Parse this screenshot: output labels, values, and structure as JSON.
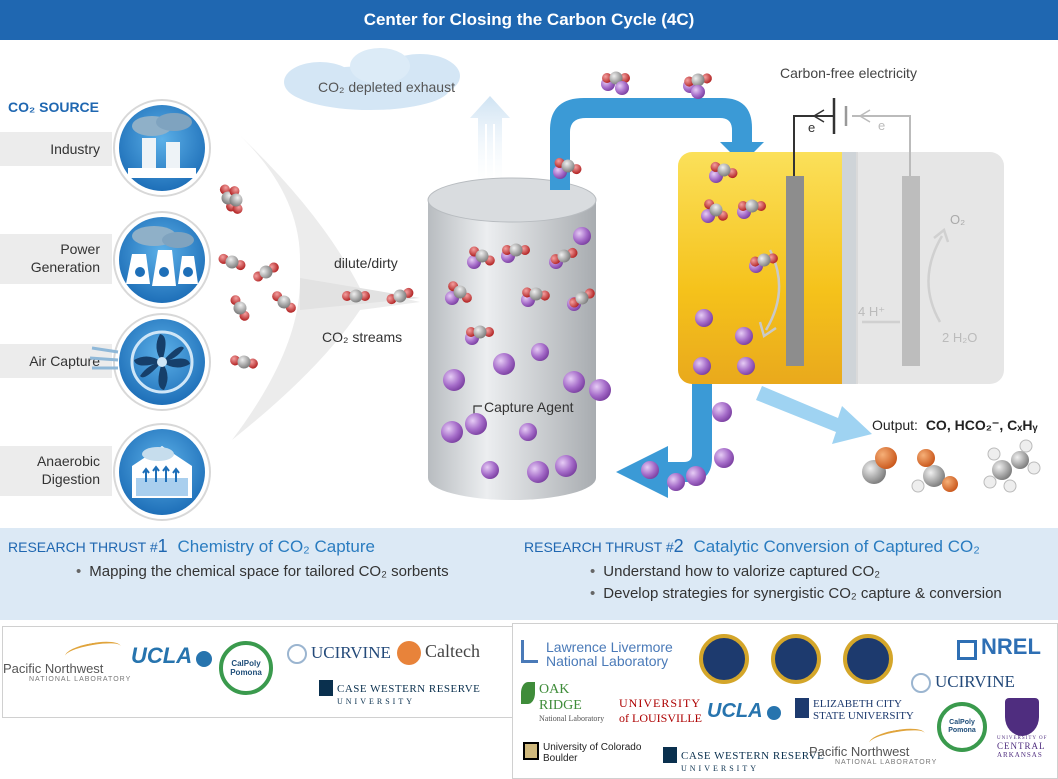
{
  "header": {
    "title": "Center for Closing the Carbon Cycle (4C)"
  },
  "colors": {
    "banner": "#1f67b1",
    "arrow_blue": "#3b9ad6",
    "agent_purple": "#a56cc9",
    "oxygen_red": "#c0392b",
    "carbon_gray": "#8c8c8c",
    "cell_yellow": "#f5c21b",
    "thrust_bg": "#dce9f5"
  },
  "diagram": {
    "co2_source_label": "CO₂ SOURCE",
    "sources": [
      {
        "label": "Industry",
        "icon": "factory-icon"
      },
      {
        "label": "Power Generation",
        "icon": "nuclear-plant-icon"
      },
      {
        "label": "Air Capture",
        "icon": "fan-icon"
      },
      {
        "label": "Anaerobic Digestion",
        "icon": "digester-icon"
      }
    ],
    "stream_label_top": "dilute/dirty",
    "stream_label_bottom": "CO₂ streams",
    "exhaust_label": "CO₂ depleted exhaust",
    "capture_agent_label": "Capture Agent",
    "electricity_label": "Carbon-free electricity",
    "electron_label": "e",
    "electron_label_faded": "e",
    "oxygen_label": "O₂",
    "protons_label": "4 H⁺",
    "water_label": "2 H₂O",
    "output_label": "Output:",
    "output_products": "CO, HCO₂⁻, CₓHᵧ"
  },
  "thrusts": [
    {
      "prefix": "RESEARCH THRUST #",
      "number": "1",
      "title": "Chemistry of CO₂ Capture",
      "bullets": [
        "Mapping the chemical space for tailored CO₂ sorbents"
      ]
    },
    {
      "prefix": "RESEARCH THRUST #",
      "number": "2",
      "title": "Catalytic Conversion of Captured CO₂",
      "bullets": [
        "Understand how to valorize captured CO₂",
        "Develop strategies for synergistic CO₂ capture & conversion"
      ]
    }
  ],
  "partners_thrust1": {
    "pnnl_main": "Pacific Northwest",
    "pnnl_sub": "NATIONAL LABORATORY",
    "ucla": "UCLA",
    "calpoly": "CalPoly Pomona",
    "uci": "UCIRVINE",
    "caltech": "Caltech",
    "cwru_main": "CASE WESTERN RESERVE",
    "cwru_sub": "UNIVERSITY"
  },
  "partners_thrust2": {
    "llnl_line1": "Lawrence Livermore",
    "llnl_line2": "National Laboratory",
    "nrel": "NREL",
    "ornl_main": "OAK RIDGE",
    "ornl_sub": "National Laboratory",
    "louisville_1": "UNIVERSITY",
    "louisville_2": "of LOUISVILLE",
    "ucla": "UCLA",
    "ecsu_1": "ELIZABETH CITY",
    "ecsu_2": "STATE UNIVERSITY",
    "uci": "UCIRVINE",
    "calpoly": "CalPoly Pomona",
    "colorado_1": "University of Colorado",
    "colorado_2": "Boulder",
    "cwru_main": "CASE WESTERN RESERVE",
    "cwru_sub": "UNIVERSITY",
    "pnnl_main": "Pacific Northwest",
    "pnnl_sub": "NATIONAL LABORATORY",
    "uca_1": "UNIVERSITY OF",
    "uca_2": "CENTRAL",
    "uca_3": "ARKANSAS"
  }
}
